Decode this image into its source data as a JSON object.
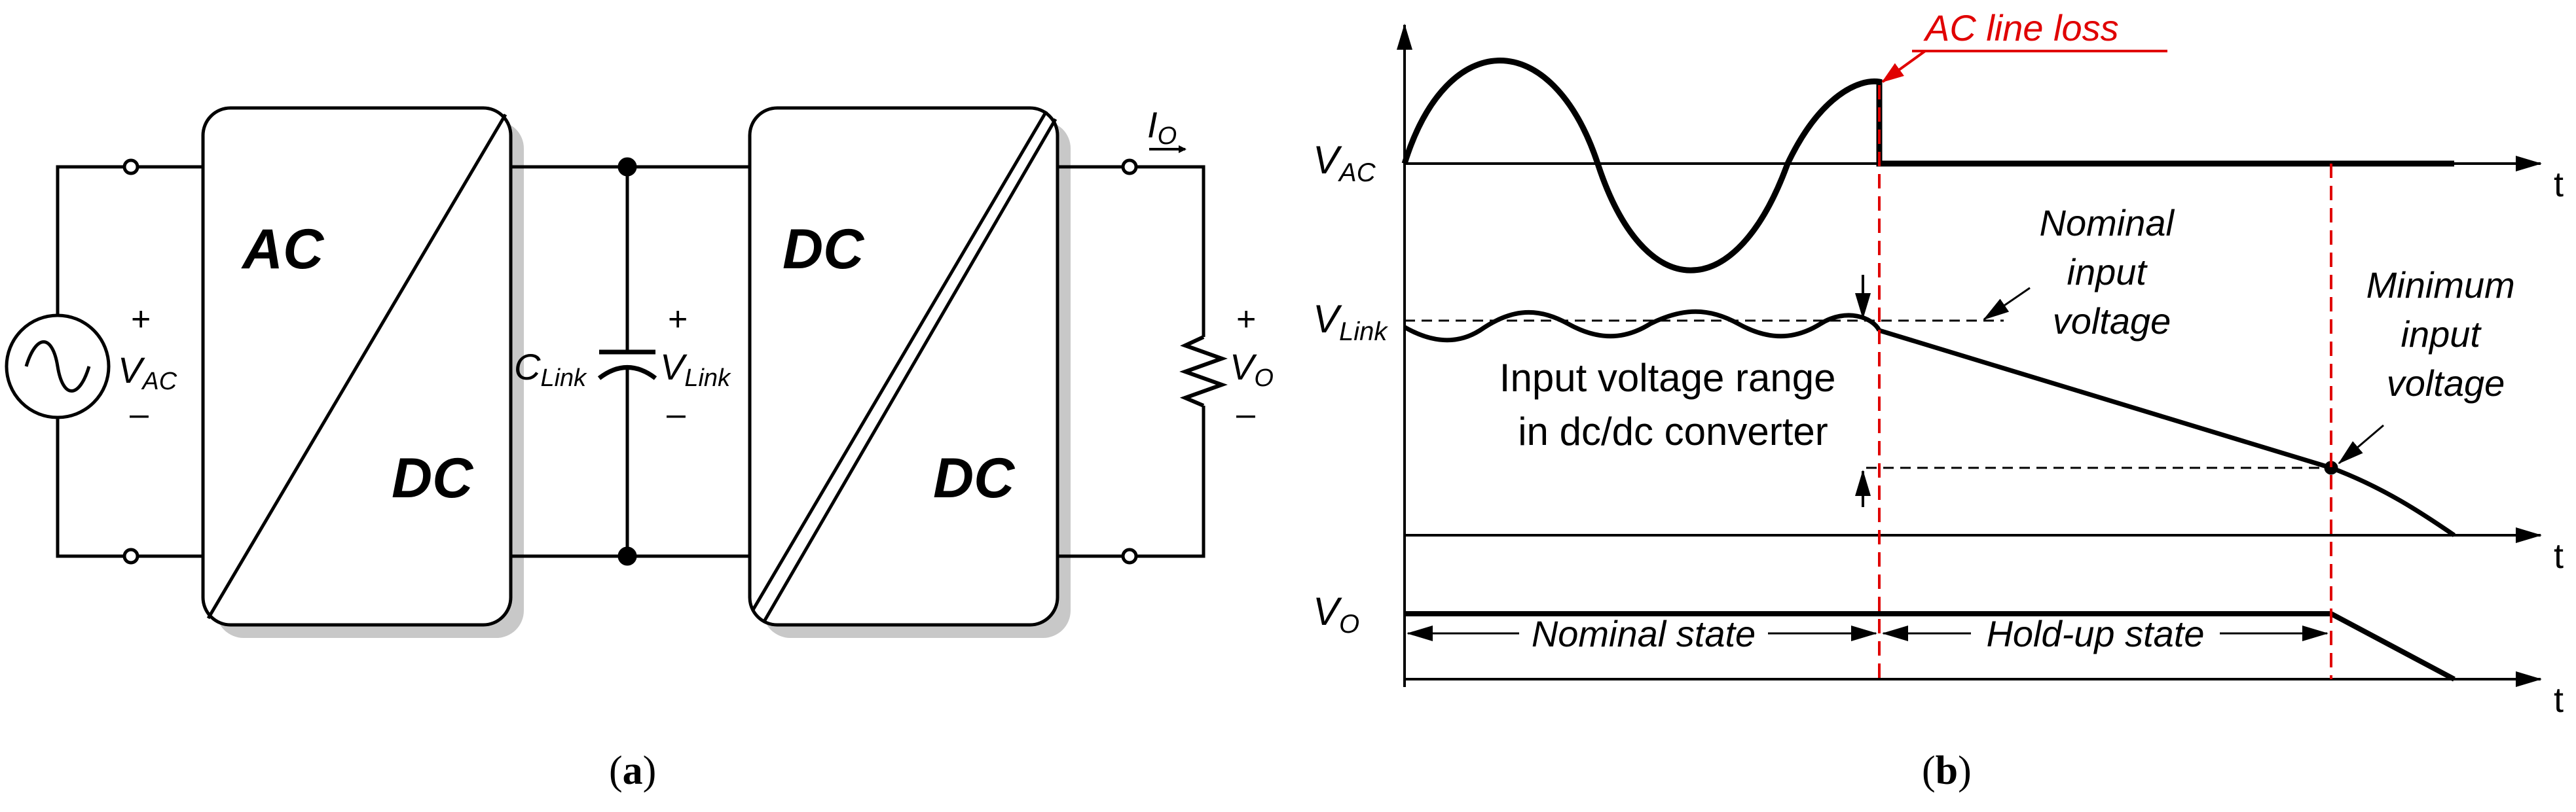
{
  "panel_a": {
    "caption_open": "(",
    "caption_letter": "a",
    "caption_close": ")",
    "source": {
      "plus": "+",
      "label": "V",
      "sub": "AC",
      "minus": "–"
    },
    "ac_dc_block": {
      "top": "AC",
      "bottom": "DC"
    },
    "capacitor": {
      "name": "C",
      "name_sub": "Link",
      "plus": "+",
      "voltage": "V",
      "voltage_sub": "Link",
      "minus": "–"
    },
    "dc_dc_block": {
      "top": "DC",
      "bottom": "DC"
    },
    "output_current": {
      "label": "I",
      "sub": "O"
    },
    "load": {
      "plus": "+",
      "label": "V",
      "sub": "O",
      "minus": "–"
    }
  },
  "panel_b": {
    "caption_open": "(",
    "caption_letter": "b",
    "caption_close": ")",
    "event_label": "AC line loss",
    "axis_t": "t",
    "v_ac": {
      "label": "V",
      "sub": "AC"
    },
    "v_link": {
      "label": "V",
      "sub": "Link"
    },
    "v_o": {
      "label": "V",
      "sub": "O"
    },
    "nominal_input_voltage": [
      "Nominal",
      "input",
      "voltage"
    ],
    "minimum_input_voltage": [
      "Minimum",
      "input",
      "voltage"
    ],
    "input_range": [
      "Input voltage range",
      "in dc/dc converter"
    ],
    "nominal_state": "Nominal state",
    "holdup_state": "Hold-up state"
  },
  "colors": {
    "event": "#e00000",
    "stroke": "#000000",
    "shadow": "#c8c8c8"
  }
}
